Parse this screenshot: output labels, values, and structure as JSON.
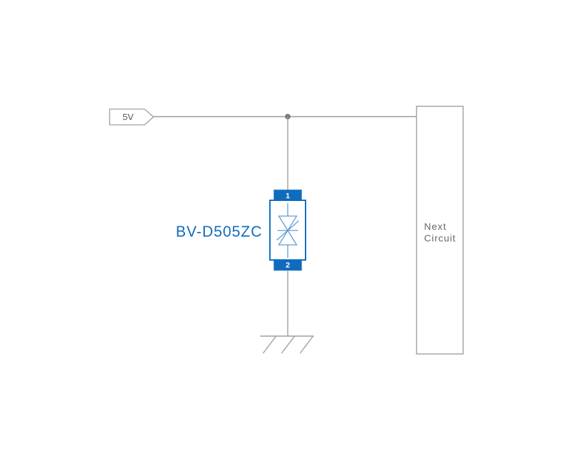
{
  "diagram": {
    "type": "circuit-schematic"
  },
  "power": {
    "label": "5V"
  },
  "component": {
    "label": "BV-D505ZC",
    "kind": "bidirectional-tvs-diode",
    "pin_top": "1",
    "pin_bottom": "2"
  },
  "next_circuit": {
    "line1": "Next",
    "line2": "Circuit"
  },
  "colors": {
    "component_blue": "#0f6cbd",
    "symbol_blue": "#5a9bd4",
    "wire_gray": "#9c9c9c",
    "junction_gray": "#7a7a7a",
    "text_gray": "#666666",
    "background": "#ffffff"
  }
}
